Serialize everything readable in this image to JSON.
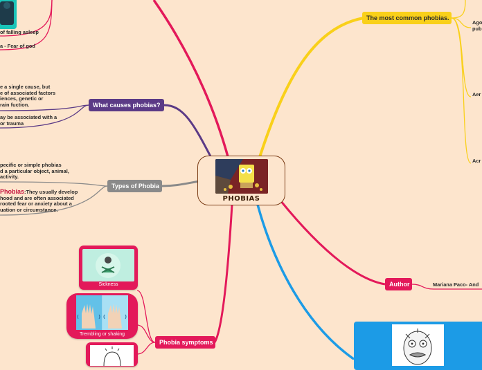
{
  "central": {
    "title": "PHOBIAS"
  },
  "topics": {
    "common": "The most common phobias.",
    "causes": "What causes phobias?",
    "types": "Types of Phobia",
    "symptoms": "Phobia symptoms",
    "author": "Author"
  },
  "common_branch": {
    "item1_line1": "Ago",
    "item1_line2": "pub",
    "item2": "Aer",
    "item3": "Acr"
  },
  "top_left": {
    "fear_sleep": "of falling asleep",
    "fear_god": "a - Fear of god"
  },
  "causes_branch": {
    "single_cause": [
      "e a single cause, but",
      "e of associated factors",
      "iences, genetic or",
      "rain fuction."
    ],
    "trauma": [
      "ay be associated with a",
      "or trauma"
    ]
  },
  "types_branch": {
    "specific": [
      "pecific or simple phobias",
      "d a particular object, animal,",
      "activity."
    ],
    "complex_keyword": "Phobias",
    "complex_rest": ":They usually develop",
    "complex": [
      "hood and are often associated",
      "rooted fear or anxiety about a",
      "uation or circumstance."
    ]
  },
  "symptom_cards": [
    {
      "caption": "Sickness"
    },
    {
      "caption": "Trembling or shaking"
    }
  ],
  "author_branch": {
    "name": "Mariana Paco- And"
  },
  "colors": {
    "background": "#fde5cd",
    "common": "#f9d01a",
    "causes": "#5b3a86",
    "types": "#8a8a8a",
    "symptoms": "#e3195a",
    "author": "#e3195a",
    "blue": "#1c9be6",
    "central_border": "#7a3c16"
  }
}
